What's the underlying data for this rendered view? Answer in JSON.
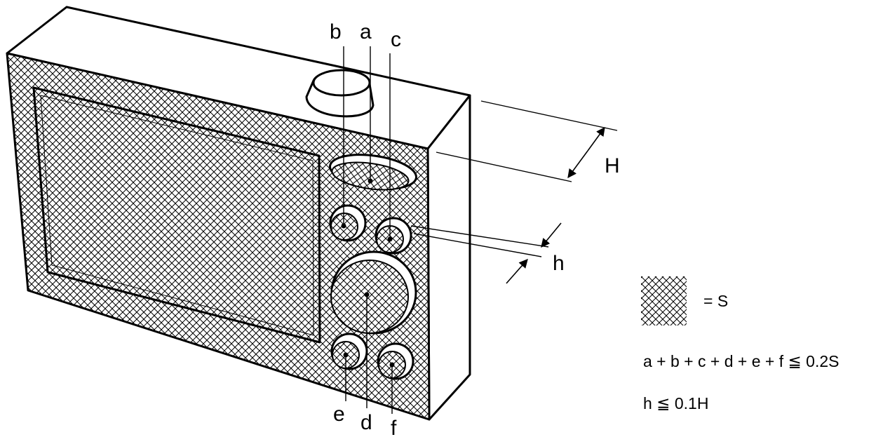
{
  "labels": {
    "a": "a",
    "b": "b",
    "c": "c",
    "d": "d",
    "e": "e",
    "f": "f",
    "H": "H",
    "h": "h"
  },
  "legend": {
    "equals_s": "= S",
    "condition_area": "a + b + c + d + e + f ≦ 0.2S",
    "condition_height": "h ≦ 0.1H"
  }
}
